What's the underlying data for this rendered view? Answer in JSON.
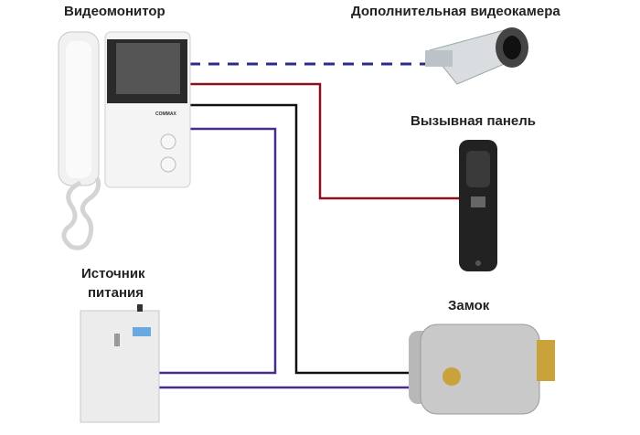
{
  "labels": {
    "monitor": "Видеомонитор",
    "camera": "Дополнительная видеокамера",
    "call_panel": "Вызывная панель",
    "power_line1": "Источник",
    "power_line2": "питания",
    "lock": "Замок"
  },
  "monitor_brand": "COMMAX",
  "colors": {
    "dashed_wire": "#2b2c8a",
    "red_wire": "#8b1020",
    "black_wire": "#111111",
    "purple_wire": "#4a2a8a"
  }
}
